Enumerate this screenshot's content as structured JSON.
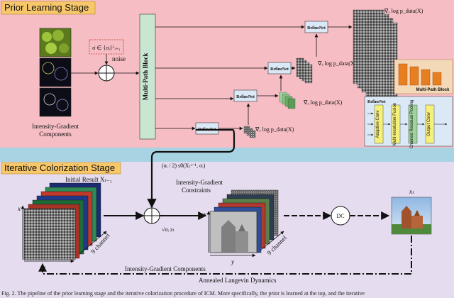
{
  "stages": {
    "top": "Prior Learning Stage",
    "bottom": "Iterative Colorization Stage"
  },
  "top": {
    "components_label": "Intensity-Gradient",
    "components_label2": "Components",
    "sigma_label": "σ ∈ {σᵢ}ᴸᵢ₌₁",
    "noise_label": "noise",
    "multipath_label": "Multi-Path Block",
    "refinenet_label": "RefineNet",
    "grad_labels": [
      "∇ₓ log p_data(X)",
      "∇ₓ log p_data(X)",
      "∇ₓ log p_data(X)",
      "∇ₓ log p_data(X)"
    ],
    "inset_multipath": "Multi-Path Block",
    "inset_refinenet": "RefineNet",
    "inset_blocks": [
      "Adaptive Conv",
      "Multi-resolution Fusion",
      "Chained Residual Pooling",
      "Output Conv"
    ]
  },
  "bottom": {
    "initial_result": "Initial Result Xₜ₋₁",
    "x_axis": "x",
    "y_axis": "y",
    "channel_label": "9 channel",
    "formula": "(αᵢ / 2) sθ(Xₜᵗ⁻¹, σᵢ)",
    "constraints_1": "Intensity-Gradient",
    "constraints_2": "Constraints",
    "noise_term": "√αᵢ zₜ",
    "dc_label": "DC",
    "output_label": "xₜ",
    "feedback_components": "Intensity-Gradient Components",
    "annealed": "Annealed Langevin Dynamics"
  },
  "caption": "Fig. 2. The pipeline of the prior learning stage and the iterative colorization procedure of ICM. More specifically, the prior is learned at the top, and the iterative"
}
